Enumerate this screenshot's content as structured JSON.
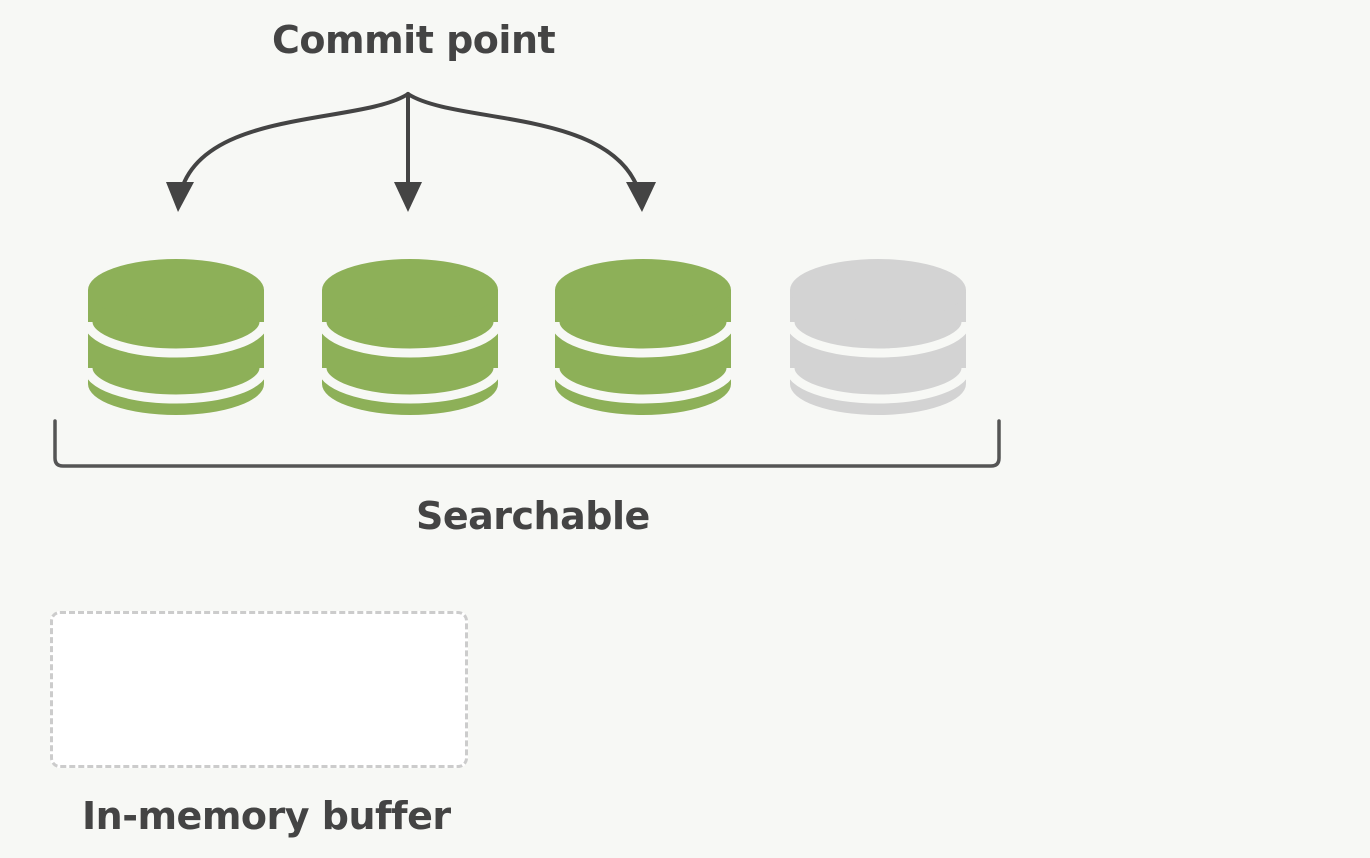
{
  "commit_point": {
    "label": "Commit point"
  },
  "segments": [
    {
      "state": "committed",
      "color": "#8db058"
    },
    {
      "state": "committed",
      "color": "#8db058"
    },
    {
      "state": "committed",
      "color": "#8db058"
    },
    {
      "state": "uncommitted",
      "color": "#d3d3d3"
    }
  ],
  "searchable": {
    "label": "Searchable"
  },
  "buffer": {
    "label": "In-memory buffer"
  },
  "colors": {
    "background": "#f7f8f5",
    "text": "#444444",
    "arrows": "#444444",
    "bracket": "#555555",
    "buffer_border": "#cccccc"
  }
}
